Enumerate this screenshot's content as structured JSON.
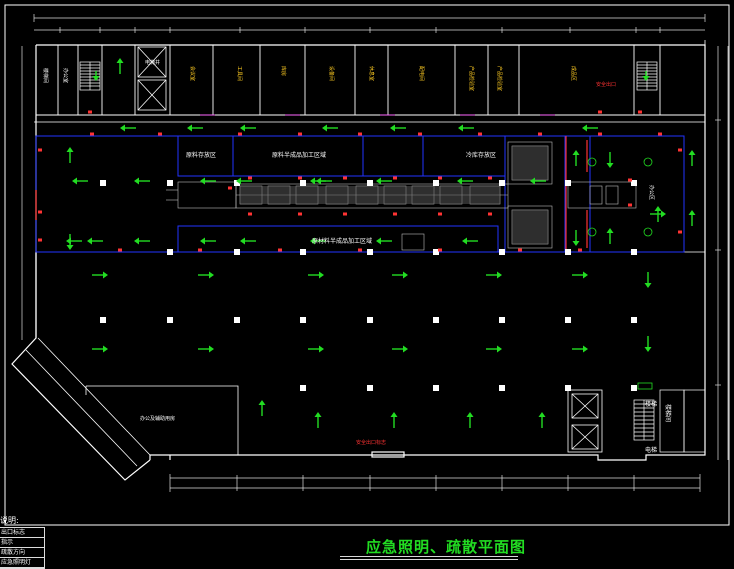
{
  "drawing": {
    "title": "应急照明、疏散平面图"
  },
  "legend": {
    "heading": "说明:",
    "rows": [
      "出口标志",
      "指示",
      "疏散方向",
      "应急照明灯"
    ]
  },
  "rooms": {
    "top": [
      "楼梯间",
      "电梯井",
      "办公室",
      "会议室",
      "工具间",
      "库房",
      "设备间",
      "休息室",
      "配电间",
      "产品检验室",
      "成品区"
    ],
    "center": [
      "原料存放区",
      "原料半成品加工区域",
      "冷库存放区",
      "原材料半成品加工区域",
      "办公区"
    ],
    "lower": [
      "办公及辅助用房"
    ],
    "stair_labels": [
      "楼梯",
      "电梯",
      "楼梯间"
    ]
  },
  "notes": {
    "exit_sign_top": "安全出口",
    "exit_sign_bottom": "安全出口标志"
  },
  "colors": {
    "background": "#000000",
    "wall": "#ffffff",
    "zone": "#2233ff",
    "arrow": "#22dd22",
    "light": "#ff3333",
    "equipment": "#bbbbbb",
    "label": "#ffcc22"
  }
}
